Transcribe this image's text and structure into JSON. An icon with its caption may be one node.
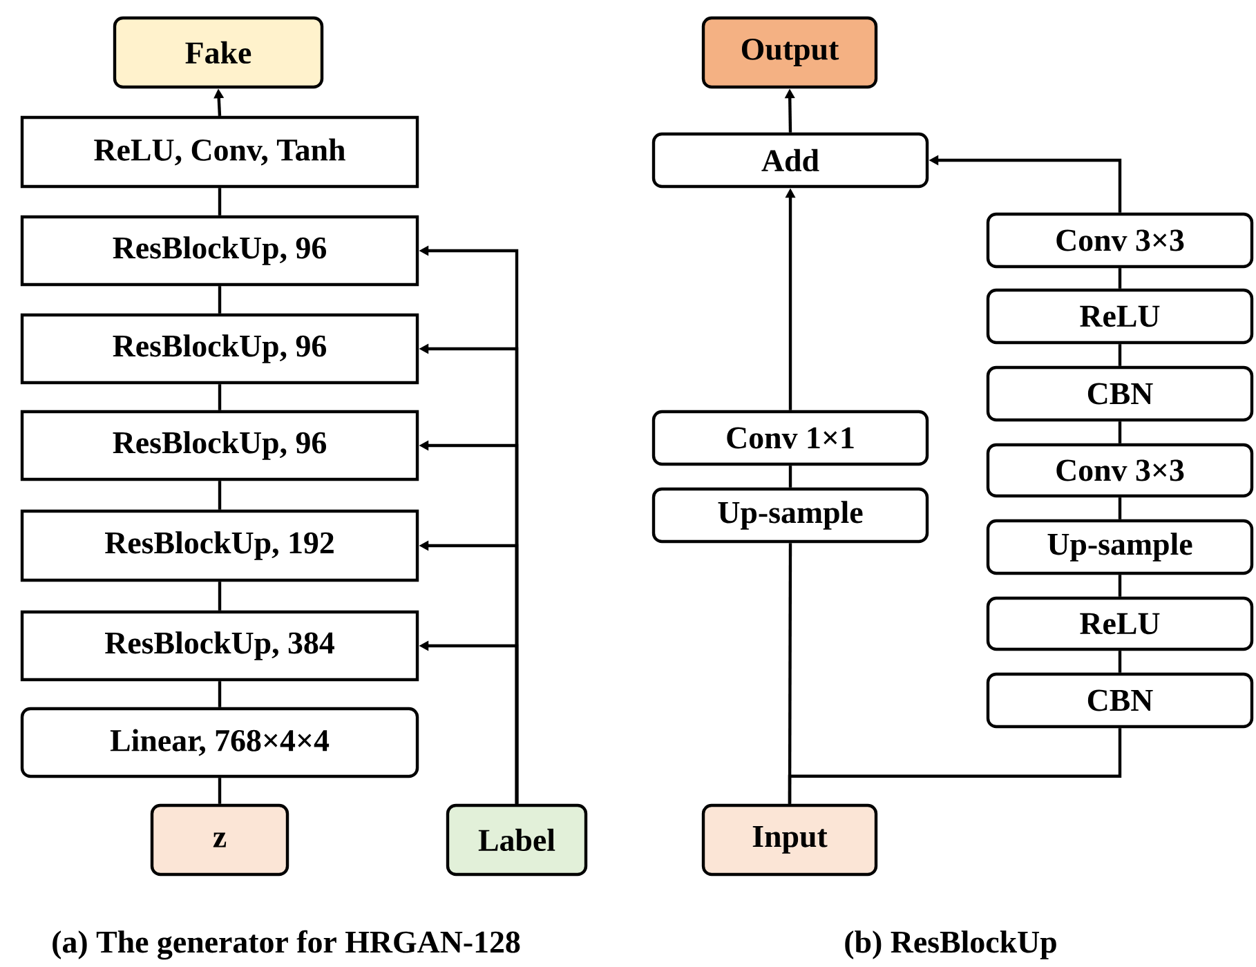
{
  "diagram": {
    "nodes": [
      {
        "text": [
          "Fake"
        ]
      },
      {
        "text": [
          "ReLU, Conv, Tanh"
        ]
      },
      {
        "text": [
          "ResBlockUp, 96"
        ]
      },
      {
        "text": [
          "ResBlockUp, 96"
        ]
      },
      {
        "text": [
          "ResBlockUp, 96"
        ]
      },
      {
        "text": [
          "ResBlockUp, 192"
        ]
      },
      {
        "text": [
          "ResBlockUp, 384"
        ]
      },
      {
        "text": [
          "Linear, 768×4×4"
        ]
      },
      {
        "text": [
          "z"
        ]
      },
      {
        "text": [
          "Label"
        ]
      },
      {
        "text": [
          "Output"
        ]
      },
      {
        "text": [
          "Add"
        ]
      },
      {
        "text": [
          "Conv 3×3"
        ]
      },
      {
        "text": [
          "ReLU"
        ]
      },
      {
        "text": [
          "CBN"
        ]
      },
      {
        "text": [
          "Conv 3×3"
        ]
      },
      {
        "text": [
          "Conv 1×1"
        ]
      },
      {
        "text": [
          "Up-sample"
        ]
      },
      {
        "text": [
          "Up-sample"
        ]
      },
      {
        "text": [
          "ReLU"
        ]
      },
      {
        "text": [
          "CBN"
        ]
      },
      {
        "text": [
          "Input"
        ]
      }
    ],
    "edges": [
      {
        "from": 8,
        "to": 7,
        "arrow": "none"
      },
      {
        "from": 7,
        "to": 6,
        "arrow": "none"
      },
      {
        "from": 6,
        "to": 5,
        "arrow": "none"
      },
      {
        "from": 5,
        "to": 4,
        "arrow": "none"
      },
      {
        "from": 4,
        "to": 3,
        "arrow": "none"
      },
      {
        "from": 3,
        "to": 2,
        "arrow": "none"
      },
      {
        "from": 2,
        "to": 1,
        "arrow": "none"
      },
      {
        "from": 1,
        "to": 0,
        "arrow": "to"
      },
      {
        "from": 9,
        "to": 2,
        "arrow": "to"
      },
      {
        "from": 9,
        "to": 3,
        "arrow": "to"
      },
      {
        "from": 9,
        "to": 4,
        "arrow": "to"
      },
      {
        "from": 9,
        "to": 5,
        "arrow": "to"
      },
      {
        "from": 9,
        "to": 6,
        "arrow": "to"
      },
      {
        "from": 21,
        "to": 17,
        "arrow": "none"
      },
      {
        "from": 21,
        "to": 20,
        "arrow": "none"
      },
      {
        "from": 20,
        "to": 19,
        "arrow": "none"
      },
      {
        "from": 19,
        "to": 18,
        "arrow": "none"
      },
      {
        "from": 18,
        "to": 15,
        "arrow": "none"
      },
      {
        "from": 15,
        "to": 14,
        "arrow": "none"
      },
      {
        "from": 14,
        "to": 13,
        "arrow": "none"
      },
      {
        "from": 13,
        "to": 12,
        "arrow": "none"
      },
      {
        "from": 12,
        "to": 11,
        "arrow": "to"
      },
      {
        "from": 17,
        "to": 16,
        "arrow": "none"
      },
      {
        "from": 16,
        "to": 11,
        "arrow": "to"
      },
      {
        "from": 11,
        "to": 10,
        "arrow": "to"
      }
    ],
    "labels": [
      "(a) The generator for HRGAN-128",
      "(b) ResBlockUp"
    ]
  }
}
